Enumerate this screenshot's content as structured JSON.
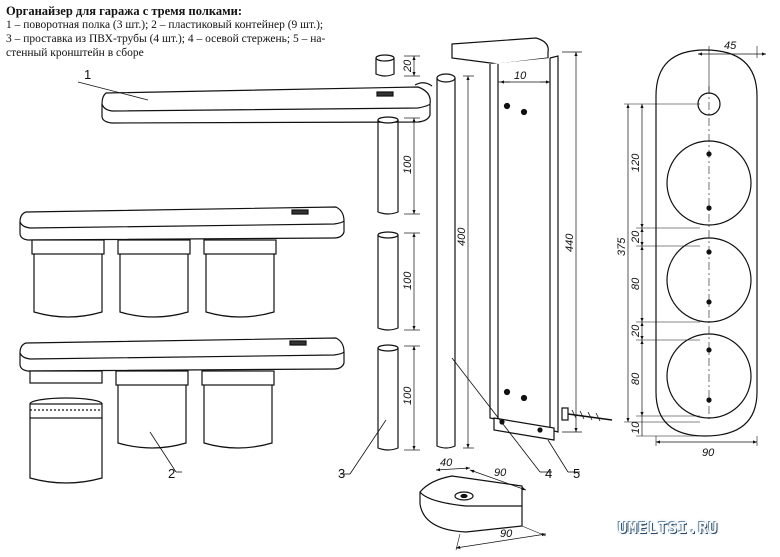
{
  "title": "Органайзер для гаража с тремя полками:",
  "legend_lines": [
    "1 – поворотная полка (3 шт.); 2 – пластиковый контейнер (9 шт.);",
    "3 – проставка из ПВХ-трубы (4 шт.); 4 – осевой стержень; 5 – на-",
    "стенный кронштейн в сборе"
  ],
  "callouts": [
    "1",
    "2",
    "3",
    "4",
    "5"
  ],
  "dimensions": {
    "spacer_20": "20",
    "spacer_100_a": "100",
    "spacer_100_b": "100",
    "spacer_100_c": "100",
    "rod_400": "400",
    "bracket_440": "440",
    "bracket_10": "10",
    "foot_40": "40",
    "foot_90_top": "90",
    "foot_90_bottom": "90",
    "shelf_45": "45",
    "shelf_375": "375",
    "shelf_120": "120",
    "shelf_20_a": "20",
    "shelf_80_a": "80",
    "shelf_20_b": "20",
    "shelf_80_b": "80",
    "shelf_10": "10",
    "shelf_90": "90"
  },
  "watermark": "UMELTSI.RU"
}
